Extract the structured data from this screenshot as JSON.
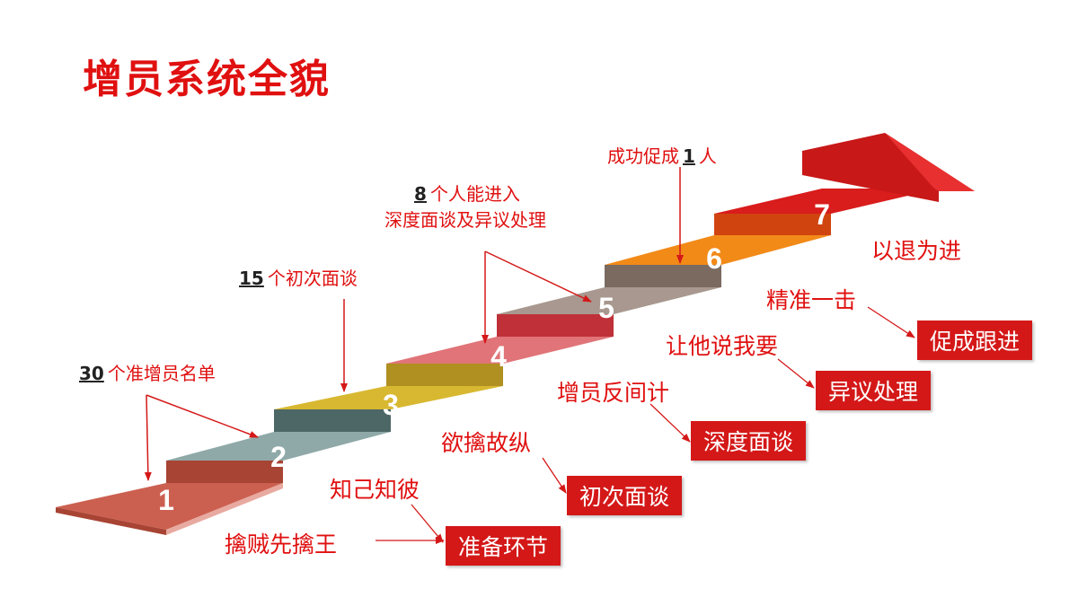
{
  "title": "增员系统全貌",
  "steps": [
    {
      "number": "1",
      "color": "#cc6050"
    },
    {
      "number": "2",
      "color": "#8fa9a8"
    },
    {
      "number": "3",
      "color": "#d8b830"
    },
    {
      "number": "4",
      "color": "#e07478"
    },
    {
      "number": "5",
      "color": "#a8988f"
    },
    {
      "number": "6",
      "color": "#f28a18"
    },
    {
      "number": "7",
      "color": "#d91c1c"
    }
  ],
  "annotations": {
    "a1": {
      "number": "30",
      "text": "个准增员名单"
    },
    "a2": {
      "number": "15",
      "text": "个初次面谈"
    },
    "a3": {
      "number": "8",
      "line1": "个人能进入",
      "line2": "深度面谈及异议处理"
    },
    "a4": {
      "prefix": "成功促成",
      "number": "1",
      "suffix": "人"
    }
  },
  "phrases": {
    "p1": "擒贼先擒王",
    "p2": "知己知彼",
    "p3": "欲擒故纵",
    "p4": "增员反间计",
    "p5": "让他说我要",
    "p6": "精准一击",
    "p7": "以退为进"
  },
  "stages": {
    "s1": "准备环节",
    "s2": "初次面谈",
    "s3": "深度面谈",
    "s4": "异议处理",
    "s5": "促成跟进"
  }
}
